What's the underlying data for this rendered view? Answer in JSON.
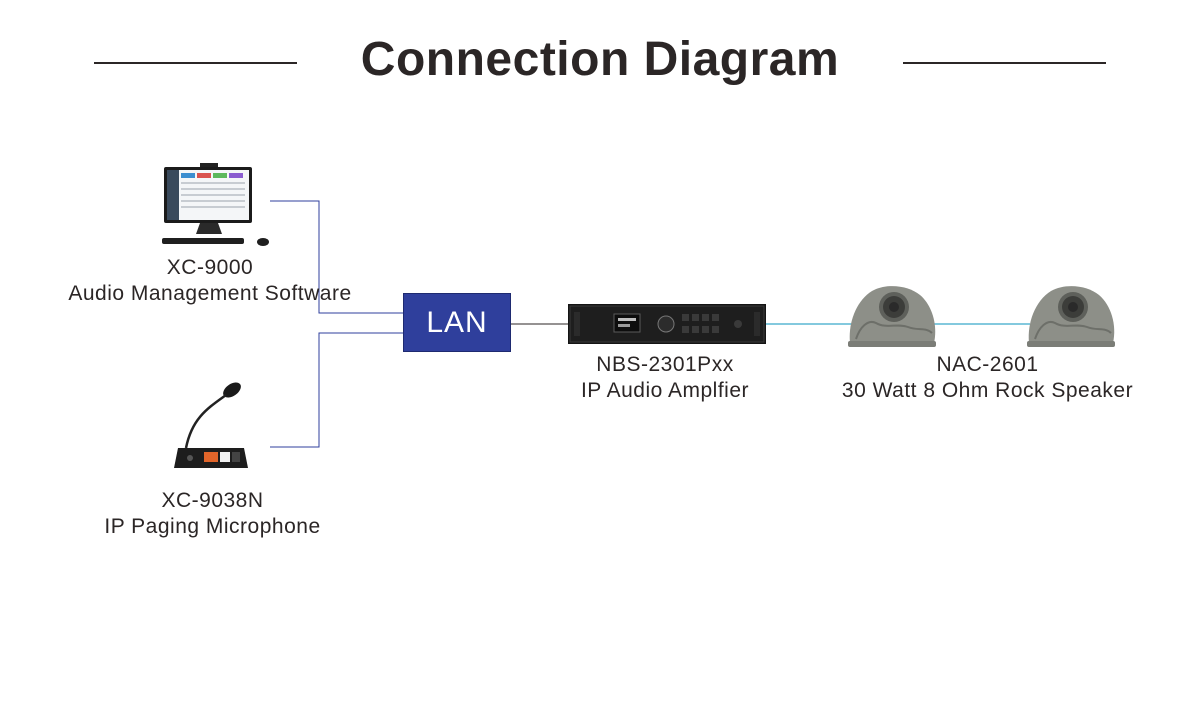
{
  "header": {
    "title": "Connection Diagram"
  },
  "network": {
    "hub_label": "LAN",
    "wire_color": "#2f3f9c",
    "speaker_wire_color": "#39a9c9"
  },
  "devices": {
    "pc": {
      "model": "XC-9000",
      "desc": "Audio Management Software",
      "icon": "desktop-computer-icon"
    },
    "mic": {
      "model": "XC-9038N",
      "desc": "IP Paging Microphone",
      "icon": "paging-microphone-icon"
    },
    "amp": {
      "model": "NBS-2301Pxx",
      "desc": "IP Audio Amplfier",
      "icon": "rack-amplifier-icon"
    },
    "speaker": {
      "model": "NAC-2601",
      "desc": "30 Watt 8 Ohm Rock Speaker",
      "icon": "rock-speaker-icon"
    }
  }
}
